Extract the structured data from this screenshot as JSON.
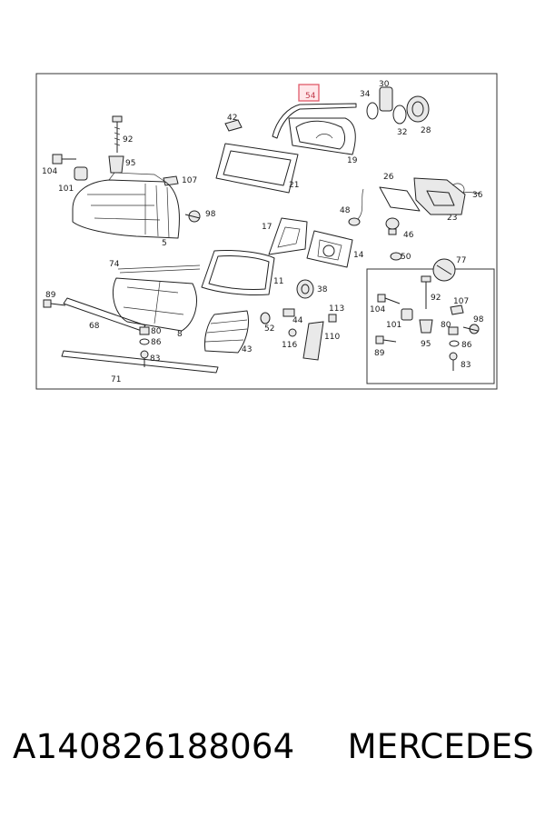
{
  "diagram": {
    "highlighted_label": "54",
    "part_labels": {
      "p30": "30",
      "p34": "34",
      "p32": "32",
      "p28": "28",
      "p54": "54",
      "p42": "42",
      "p92": "92",
      "p95": "95",
      "p104": "104",
      "p101": "101",
      "p107": "107",
      "p98": "98",
      "p5": "5",
      "p21": "21",
      "p19": "19",
      "p26": "26",
      "p36": "36",
      "p23": "23",
      "p48": "48",
      "p17": "17",
      "p46": "46",
      "p14": "14",
      "p50": "50",
      "p77": "77",
      "p74": "74",
      "p11": "11",
      "p38": "38",
      "p89": "89",
      "p68": "68",
      "p80": "80",
      "p86": "86",
      "p8": "8",
      "p52": "52",
      "p44": "44",
      "p113": "113",
      "p116": "116",
      "p110": "110",
      "p43": "43",
      "p83": "83",
      "p71": "71",
      "i92": "92",
      "i107": "107",
      "i104": "104",
      "i101": "101",
      "i80": "80",
      "i98": "98",
      "i95": "95",
      "i86": "86",
      "i89": "89",
      "i83": "83"
    }
  },
  "footer": {
    "part_number": "A140826188064",
    "brand": "MERCEDES"
  }
}
